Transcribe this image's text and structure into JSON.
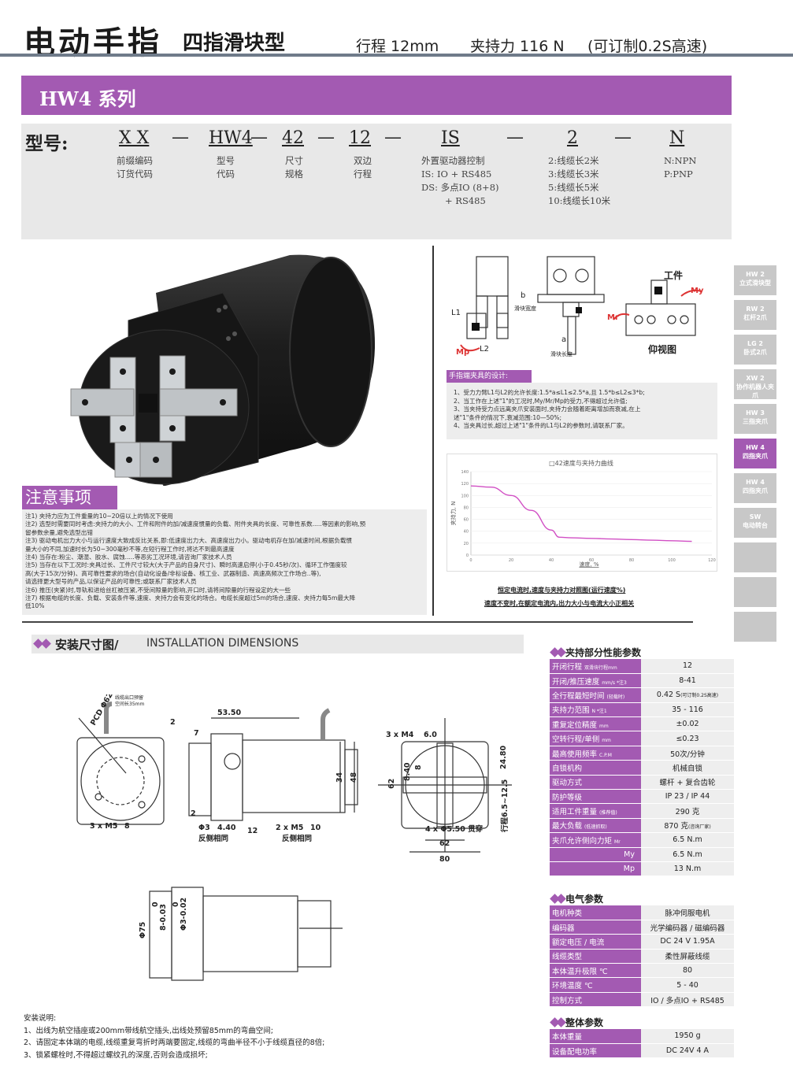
{
  "header": {
    "title": "电动手指",
    "subtitle": "四指滑块型",
    "stroke": "行程 12mm",
    "force": "夹持力 116 N",
    "custom": "(可订制0.2S高速)"
  },
  "series": "HW4 系列",
  "model": {
    "label": "型号:",
    "codes": [
      "X X",
      "HW4",
      "42",
      "12",
      "IS",
      "2",
      "N"
    ],
    "dash": "—",
    "desc": [
      [
        "前缀编码",
        "订货代码"
      ],
      [
        "型号",
        "代码"
      ],
      [
        "尺寸",
        "规格"
      ],
      [
        "双边",
        "行程"
      ],
      [
        "外置驱动器控制",
        "IS: IO + RS485",
        "DS: 多点IO (8+8)",
        "+ RS485"
      ],
      [
        "2:线缆长2米",
        "3:线缆长3米",
        "5:线缆长5米",
        "10:线缆长10米"
      ],
      [
        "N:NPN",
        "P:PNP"
      ]
    ]
  },
  "side_tabs": [
    {
      "code": "HW 2",
      "name": "立式滑块型"
    },
    {
      "code": "RW 2",
      "name": "杠杆2爪"
    },
    {
      "code": "LG 2",
      "name": "卧式2爪"
    },
    {
      "code": "XW 2",
      "name": "协作机器人夹爪"
    },
    {
      "code": "HW 3",
      "name": "三指夹爪"
    },
    {
      "code": "HW 4",
      "name": "四指夹爪"
    },
    {
      "code": "HW 4",
      "name": "四指夹爪"
    },
    {
      "code": "SW",
      "name": "电动转台"
    },
    {
      "code": "",
      "name": ""
    },
    {
      "code": "",
      "name": ""
    },
    {
      "code": "",
      "name": ""
    }
  ],
  "notes": {
    "title": "注意事项",
    "items": [
      "注1) 夹持力应为工件重量的10~20倍以上的情况下使用",
      "注2) 选型时需要同时考虑:夹持力的大小、工件和附件的加/减速度惯量的负载、附件夹具的长度、可靠性系数.....等因素的影响,预",
      "      留参数余量,避免选型出错",
      "注3) 驱动电机出力大小与运行速度大致成反比关系,即:低速度出力大、高速度出力小。驱动电机存在加/减速时间,根据负载惯",
      "      量大小的不同,加速时长为50~300毫秒不等,在短行程工作时,将达不到最高速度",
      "注4) 当存在:粉尘、潮湿、胶水、腐蚀.....等恶劣工况环境,请咨询厂家技术人员",
      "注5) 当存在以下工况时:夹具过长、工件尺寸较大(大于产品的自身尺寸)、瞬时高速启停(小于0.45秒/次)、循环工作强度较",
      "      高(大于15次/分钟)、高可靠性要求的场合(自动化设备/非标设备、核工业、武器制造、高速高频次工作场合..等),",
      "      请选择更大型号的产品,以保证产品的可靠性;或联系厂家技术人员",
      "注6) 推压(夹紧)时,导轨和进给丝杠被压紧,不受间隙量的影响,开口时,请将间隙量的行程设定的大一些",
      "注7) 根据电缆的长度、负载、安装条件等,速度、夹持力会有变化的场合。电缆长度超过5m的场合,速度、夹持力每5m最大降",
      "      低10%"
    ]
  },
  "design": {
    "title": "手指端夹具的设计:",
    "lines": [
      "1、受力力臂L1与L2的允许长度:1.5*a≤L1≤2.5*a,且 1.5*b≤L2≤3*b;",
      "2、当工作在上述\"1\"的工况时,My/Mr/Mp的受力,不得超过允许值;",
      "3、当夹持受力点远离夹爪安装面时,夹持力会随着距离增加而衰减,在上",
      "   述\"1\"条件的情况下,衰减范围:10—50%;",
      "4、当夹具过长,超过上述\"1\"条件的L1与L2的参数时,请联系厂家。"
    ],
    "diagram_labels": {
      "l1": "L1",
      "l2": "L2",
      "mp": "Mp",
      "mr": "Mr",
      "my": "My",
      "b": "b",
      "a": "a",
      "slide_width": "滑块宽度",
      "slide_length": "滑块长度",
      "work": "工件",
      "bottom_view": "仰视图"
    }
  },
  "chart_data": {
    "type": "line",
    "title": "□42速度与夹持力曲线",
    "xlabel": "速度, %",
    "ylabel": "夹持力, N",
    "xlim": [
      0,
      120
    ],
    "ylim": [
      0,
      140
    ],
    "xticks": [
      0,
      20,
      40,
      60,
      80,
      100,
      120
    ],
    "yticks": [
      0,
      20,
      40,
      60,
      80,
      100,
      120,
      140
    ],
    "series": [
      {
        "name": "",
        "color": "#d14fc4",
        "x": [
          0,
          10,
          20,
          30,
          40,
          44,
          50,
          60,
          70,
          80,
          90,
          100,
          110
        ],
        "y": [
          116,
          114,
          100,
          75,
          42,
          30,
          29,
          28,
          27,
          26,
          25,
          24,
          23
        ]
      }
    ],
    "notes": [
      "恒定电流时,速度与夹持力对照图(运行速度%)",
      "速度不变时,在额定电流内,出力大小与电流大小正相关"
    ]
  },
  "installation": {
    "title": "安装尺寸图/",
    "title_en": "INSTALLATION DIMENSIONS",
    "dims": {
      "cable_note1": "线缆出口预留",
      "cable_note2": "空间长35mm",
      "pcd": "PCD Φ62",
      "m5_8": "3 x M5",
      "m5_8b": "8",
      "d5350": "53.50",
      "d7": "7",
      "d2a": "2",
      "d2b": "2",
      "d34": "34",
      "d48": "48",
      "d3_440": "Φ3",
      "d3_440b": "4.40",
      "d12": "12",
      "m5_10": "2 x M5",
      "m5_10b": "10",
      "rev1": "反侧相同",
      "rev2": "反侧相同",
      "m4": "3 x M4",
      "m4b": "6.0",
      "d62": "62",
      "d840": "8.40",
      "d8": "8",
      "d2480": "24.80",
      "stroke": "行程6.5~12.5",
      "hole": "4 x Φ5.50 贯穿",
      "d62b": "62",
      "d80": "80",
      "d75": "Φ75",
      "d8tol": "8-0.03",
      "d8tol0": "0",
      "d3tol": "Φ3-0.02",
      "d3tol0": "0"
    },
    "notes": [
      "安装说明:",
      "1、出线为航空插座或200mm带线航空插头,出线处预留85mm的弯曲空间;",
      "2、请固定本体端的电缆,线缆重复弯折时两端要固定,线缆的弯曲半径不小于线缆直径的8倍;",
      "3、锁紧螺栓时,不得超过螺纹孔的深度,否则会造成损坏;"
    ]
  },
  "clamp_specs": {
    "title": "夹持部分性能参数",
    "rows": [
      {
        "k": "开闭行程",
        "ks": "双滑块行程mm",
        "v": "12",
        "vs": ""
      },
      {
        "k": "开闭/推压速度",
        "ks": "mm/s *注3",
        "v": "8-41",
        "vs": ""
      },
      {
        "k": "全行程最短时间",
        "ks": "(轻载时)",
        "v": "0.42 S",
        "vs": "(可订制0.2S高速)"
      },
      {
        "k": "夹持力范围",
        "ks": "N *注1",
        "v": "35 - 116",
        "vs": ""
      },
      {
        "k": "重复定位精度",
        "ks": "mm",
        "v": "±0.02",
        "vs": ""
      },
      {
        "k": "空转行程/单侧",
        "ks": "mm",
        "v": "≤0.23",
        "vs": ""
      },
      {
        "k": "最高使用频率",
        "ks": "C.P.M",
        "v": "50次/分钟",
        "vs": ""
      },
      {
        "k": "自锁机构",
        "ks": "",
        "v": "机械自锁",
        "vs": ""
      },
      {
        "k": "驱动方式",
        "ks": "",
        "v": "螺杆 + 复合齿轮",
        "vs": ""
      },
      {
        "k": "防护等级",
        "ks": "",
        "v": "IP 23 / IP 44",
        "vs": ""
      },
      {
        "k": "适用工件重量",
        "ks": "(推荐值)",
        "v": "290 克",
        "vs": ""
      },
      {
        "k": "最大负载",
        "ks": "(低速抓取)",
        "v": "870 克",
        "vs": "(咨询厂家)"
      },
      {
        "k": "夹爪允许侧向力矩",
        "ks": "Mr",
        "v": "6.5 N.m",
        "vs": ""
      },
      {
        "k": "",
        "ks": "My",
        "v": "6.5 N.m",
        "vs": ""
      },
      {
        "k": "",
        "ks": "Mp",
        "v": "13  N.m",
        "vs": ""
      }
    ]
  },
  "electric_specs": {
    "title": "电气参数",
    "rows": [
      {
        "k": "电机种类",
        "v": "脉冲伺服电机"
      },
      {
        "k": "编码器",
        "v": "光学编码器 / 磁编码器"
      },
      {
        "k": "额定电压 / 电流",
        "v": "DC  24 V   1.95A"
      },
      {
        "k": "线缆类型",
        "v": "柔性屏蔽线缆"
      },
      {
        "k": "本体温升极限 ℃",
        "v": "80"
      },
      {
        "k": "环境温度 ℃",
        "v": "5 - 40"
      },
      {
        "k": "控制方式",
        "v": "IO / 多点IO  +  RS485"
      }
    ]
  },
  "overall_specs": {
    "title": "整体参数",
    "rows": [
      {
        "k": "本体重量",
        "v": "1950 g"
      },
      {
        "k": "设备配电功率",
        "v": "DC 24V  4 A"
      }
    ]
  }
}
